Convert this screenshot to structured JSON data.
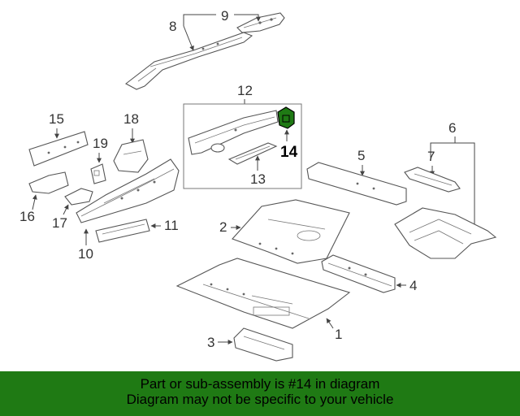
{
  "callouts": {
    "n1": "1",
    "n2": "2",
    "n3": "3",
    "n4": "4",
    "n5": "5",
    "n6": "6",
    "n7": "7",
    "n8": "8",
    "n9": "9",
    "n10": "10",
    "n11": "11",
    "n12": "12",
    "n13": "13",
    "n14": "14",
    "n15": "15",
    "n16": "16",
    "n17": "17",
    "n18": "18",
    "n19": "19"
  },
  "highlight_color": "#1f7a14",
  "banner": {
    "line1": "Part or sub-assembly is #14 in diagram",
    "line2": "Diagram may not be specific to your vehicle"
  }
}
